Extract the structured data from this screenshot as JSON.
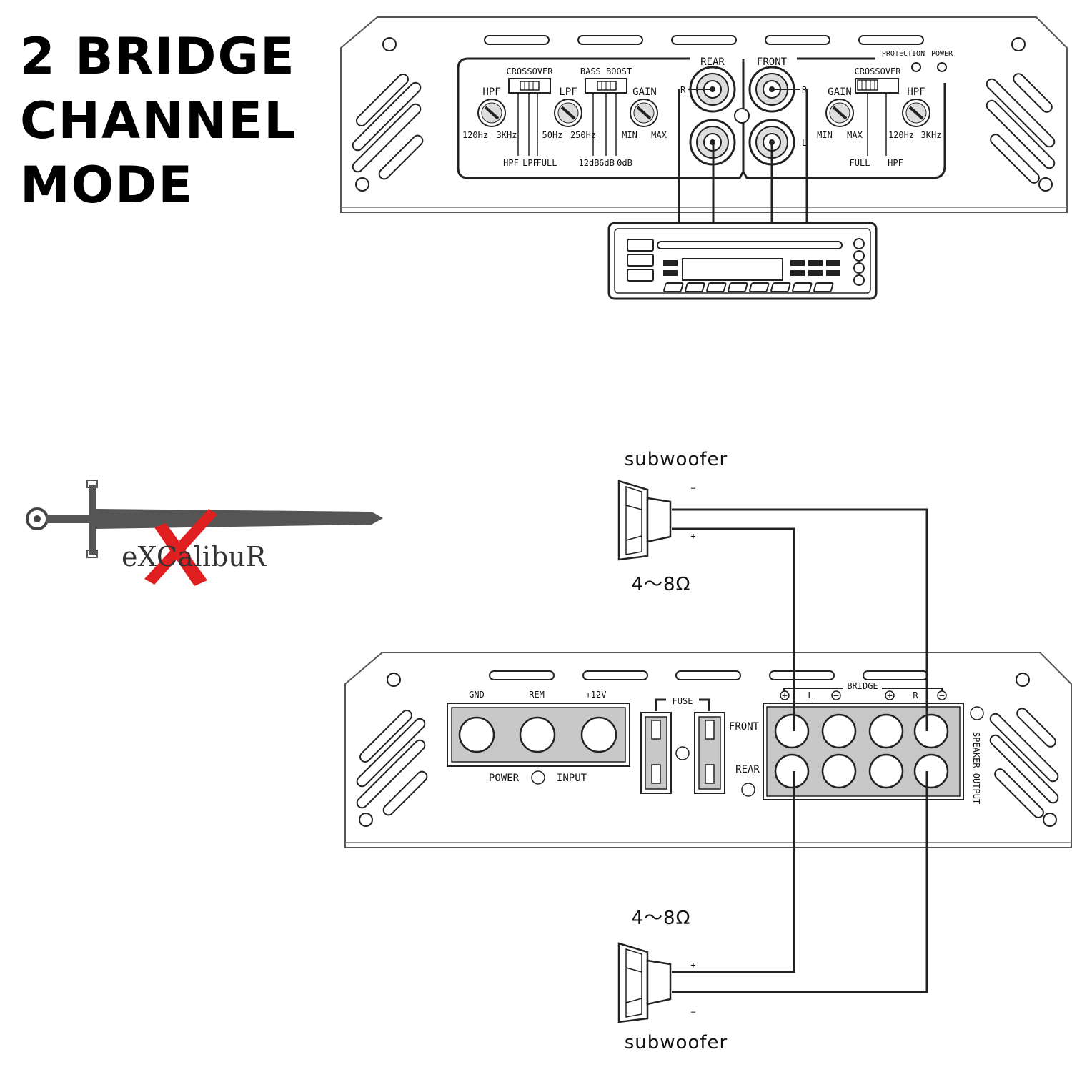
{
  "title": [
    "2 BRIDGE",
    "CHANNEL",
    "MODE"
  ],
  "logo": {
    "text": "eXCalibuR",
    "icon": "sword-icon",
    "accent": "#e02020"
  },
  "top_amp": {
    "left_section": {
      "crossover": "CROSSOVER",
      "hpf": "HPF",
      "hpf_min": "120Hz",
      "hpf_max": "3KHz",
      "lpf": "LPF",
      "lpf_min": "50Hz",
      "lpf_max": "250Hz",
      "bass_boost": "BASS BOOST",
      "gain": "GAIN",
      "gain_min": "MIN",
      "gain_max": "MAX",
      "xover_opts": [
        "HPF",
        "LPF",
        "FULL"
      ],
      "bass_opts": [
        "12dB",
        "6dB",
        "0dB"
      ]
    },
    "rca": {
      "rear": "REAR",
      "front": "FRONT",
      "r": "R",
      "l": "L"
    },
    "right_section": {
      "crossover": "CROSSOVER",
      "gain": "GAIN",
      "gain_min": "MIN",
      "gain_max": "MAX",
      "hpf": "HPF",
      "hpf_min": "120Hz",
      "hpf_max": "3KHz",
      "xover_opts": [
        "FULL",
        "HPF"
      ]
    },
    "leds": {
      "protection": "PROTECTION",
      "power": "POWER"
    }
  },
  "bottom_amp": {
    "power": {
      "gnd": "GND",
      "rem": "REM",
      "v12": "+12V",
      "power": "POWER",
      "input": "INPUT"
    },
    "fuse": "FUSE",
    "speakers": {
      "bridge": "BRIDGE",
      "plus": "+",
      "l": "L",
      "minus": "−",
      "r": "R",
      "front": "FRONT",
      "rear": "REAR",
      "output": "SPEAKER OUTPUT"
    }
  },
  "subwoofer_top": {
    "label": "subwoofer",
    "impedance": "4～8Ω",
    "neg": "−",
    "pos": "+"
  },
  "subwoofer_bottom": {
    "label": "subwoofer",
    "impedance": "4～8Ω",
    "neg": "−",
    "pos": "+"
  }
}
